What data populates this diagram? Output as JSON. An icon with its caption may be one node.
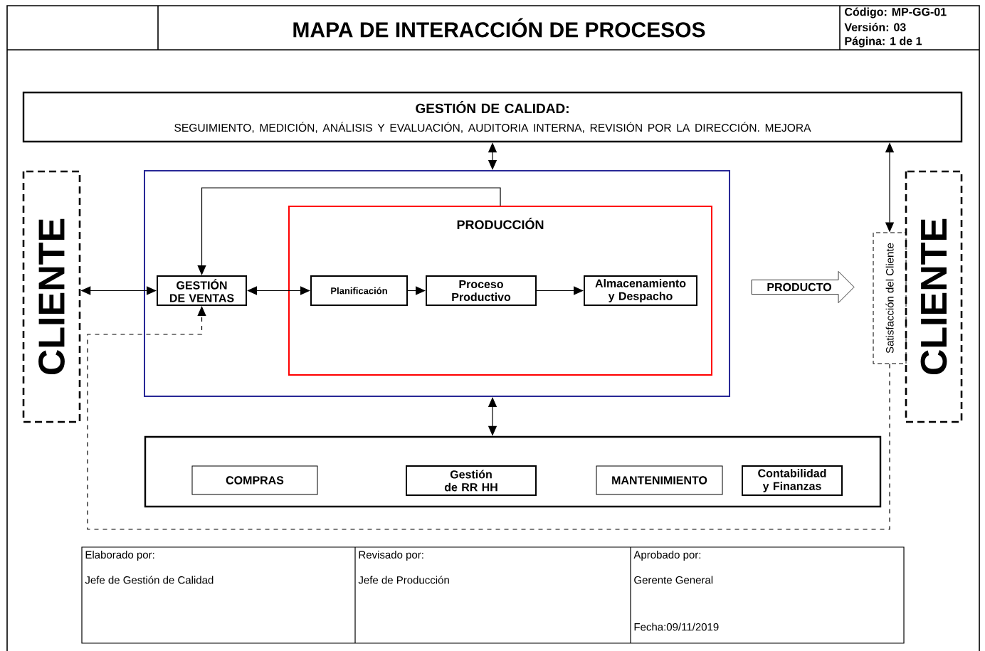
{
  "diagram": {
    "title": "MAPA DE INTERACCIÓN DE PROCESOS",
    "nodes": [
      {
        "text": [
          "GESTIÓN DE CALIDAD:",
          "SEGUIMIENTO, MEDICIÓN, ANÁLISIS Y EVALUACIÓN, AUDITORIA INTERNA, REVISIÓN POR LA DIRECCIÓN. MEJORA"
        ]
      },
      {
        "text": [
          "CLIENTE"
        ]
      },
      {
        "text": [],
        "shape": "box"
      },
      {
        "text": [
          "GESTIÓN DE VENTAS"
        ],
        "in": 2
      },
      {
        "text": [
          "PRODUCCIÓN"
        ],
        "in": 2
      },
      {
        "text": [
          "Planificación"
        ],
        "in": 4
      },
      {
        "text": [
          "Proceso Productivo"
        ],
        "in": 4
      },
      {
        "text": [
          "Almacenamiento y Despacho"
        ],
        "in": 4
      },
      {
        "text": [
          "PRODUCTO"
        ]
      },
      {
        "text": [
          "Satisfacción del Cliente"
        ]
      },
      {
        "text": [
          "CLIENTE"
        ]
      },
      {
        "text": [],
        "shape": "box"
      },
      {
        "text": [
          "COMPRAS"
        ],
        "in": 11
      },
      {
        "text": [
          "Gestión de RR HH"
        ],
        "in": 11
      },
      {
        "text": [
          "MANTENIMIENTO"
        ],
        "in": 11
      },
      {
        "text": [
          "Contabilidad y Finanzas"
        ],
        "in": 11
      }
    ],
    "edges": [
      {
        "from": 1,
        "to": 3,
        "arrow": "both"
      },
      {
        "from": 3,
        "to": 5,
        "arrow": "both"
      },
      {
        "from": 5,
        "to": 6,
        "arrow": "to"
      },
      {
        "from": 6,
        "to": 7,
        "arrow": "to"
      },
      {
        "from": 2,
        "to": 0,
        "arrow": "both"
      },
      {
        "from": 2,
        "to": 11,
        "arrow": "both"
      },
      {
        "from": 9,
        "to": 0,
        "arrow": "both"
      },
      {
        "from": 4,
        "to": 3,
        "arrow": "to"
      },
      {
        "from": 9,
        "to": 3,
        "arrow": "to",
        "style": "dashed"
      }
    ],
    "labels": [
      "Código: MP-GG-01",
      "Versión: 03",
      "Página: 1 de 1",
      "Elaborado por:",
      "Revisado por:",
      "Aprobado por:",
      "Jefe de Gestión de Calidad",
      "Jefe de Producción",
      "Gerente General",
      "Fecha:09/11/2019"
    ]
  }
}
